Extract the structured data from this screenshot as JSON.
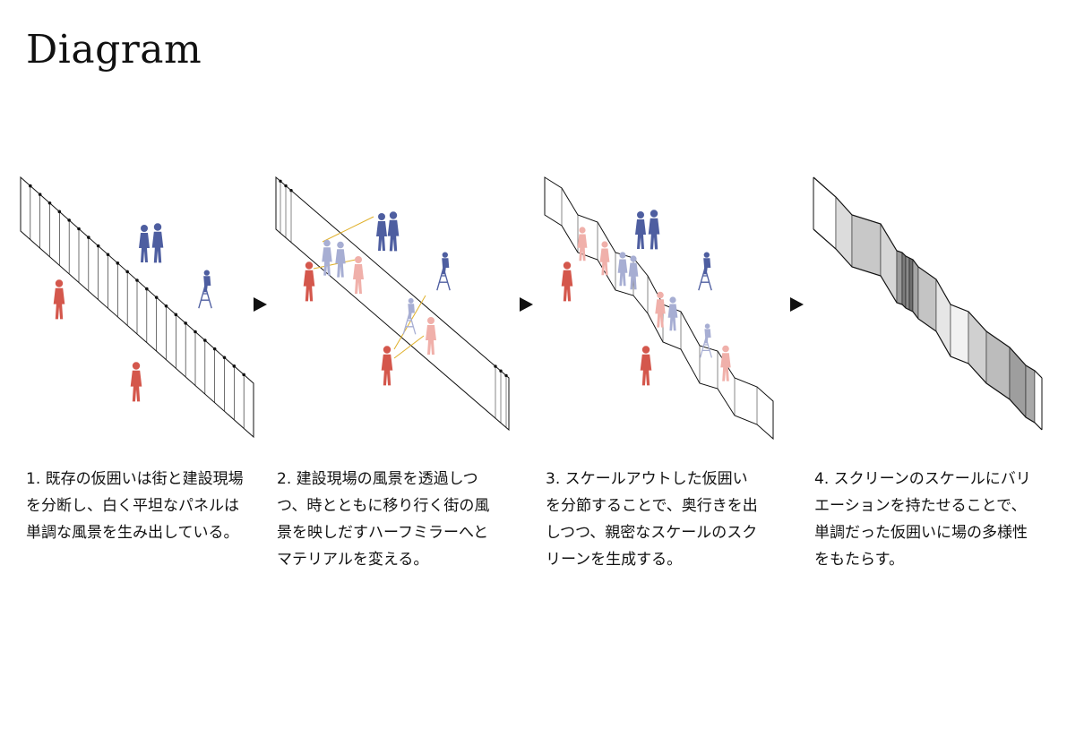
{
  "title": "Diagram",
  "colors": {
    "red": "#d4574c",
    "pink": "#f0b0aa",
    "blue": "#4e5ea0",
    "pale_blue": "#a7aed3",
    "link": "#e0b02a",
    "line": "#111111"
  },
  "icons": [
    "person-silhouette-icon",
    "worker-on-ladder-icon",
    "arrow-right-icon"
  ],
  "captions": [
    "1. 既存の仮囲いは街と建設現場\nを分断し、白く平坦なパネルは\n単調な風景を生み出している。",
    "2. 建設現場の風景を透過しつ\nつ、時とともに移り行く街の風\n景を映しだすハーフミラーへと\nマテリアルを変える。",
    "3. スケールアウトした仮囲い\nを分節することで、奥行きを出\nしつつ、親密なスケールのスク\nリーンを生成する。",
    "4. スクリーンのスケールにバリ\nエーションを持たせることで、\n単調だった仮囲いに場の多様性\nをもたらす。"
  ]
}
